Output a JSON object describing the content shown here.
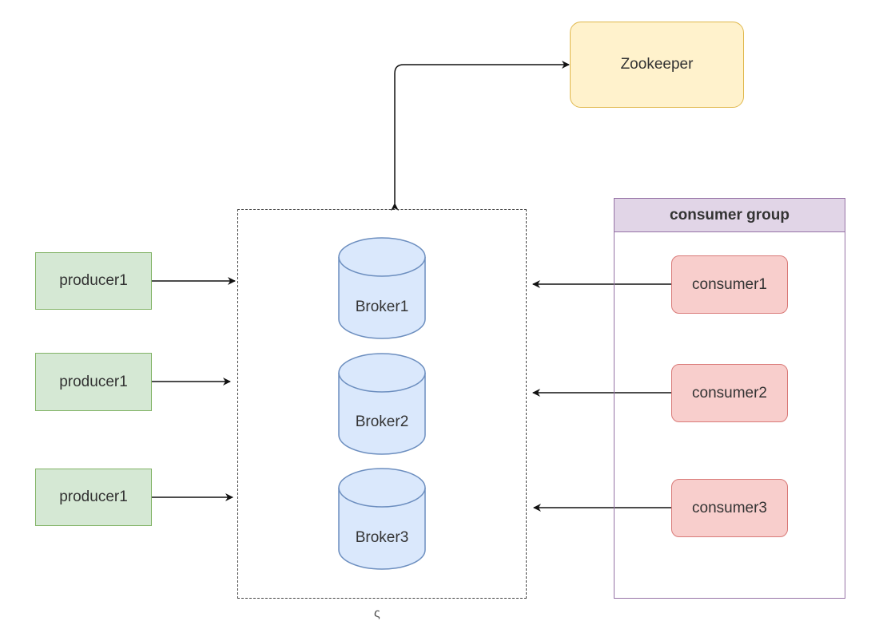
{
  "zookeeper": {
    "label": "Zookeeper"
  },
  "producers": [
    {
      "label": "producer1"
    },
    {
      "label": "producer1"
    },
    {
      "label": "producer1"
    }
  ],
  "brokers": [
    {
      "label": "Broker1"
    },
    {
      "label": "Broker2"
    },
    {
      "label": "Broker3"
    }
  ],
  "consumer_group": {
    "title": "consumer group",
    "consumers": [
      {
        "label": "consumer1"
      },
      {
        "label": "consumer2"
      },
      {
        "label": "consumer3"
      }
    ]
  },
  "footer_mark": "ς",
  "colors": {
    "producer_fill": "#d5e8d4",
    "producer_stroke": "#82b366",
    "consumer_fill": "#f8cecc",
    "consumer_stroke": "#d97a78",
    "zookeeper_fill": "#fff2cc",
    "zookeeper_stroke": "#e0b84d",
    "broker_fill": "#dae8fc",
    "broker_stroke": "#6c8ebf",
    "group_fill": "#e1d5e7",
    "group_stroke": "#9673a6"
  }
}
